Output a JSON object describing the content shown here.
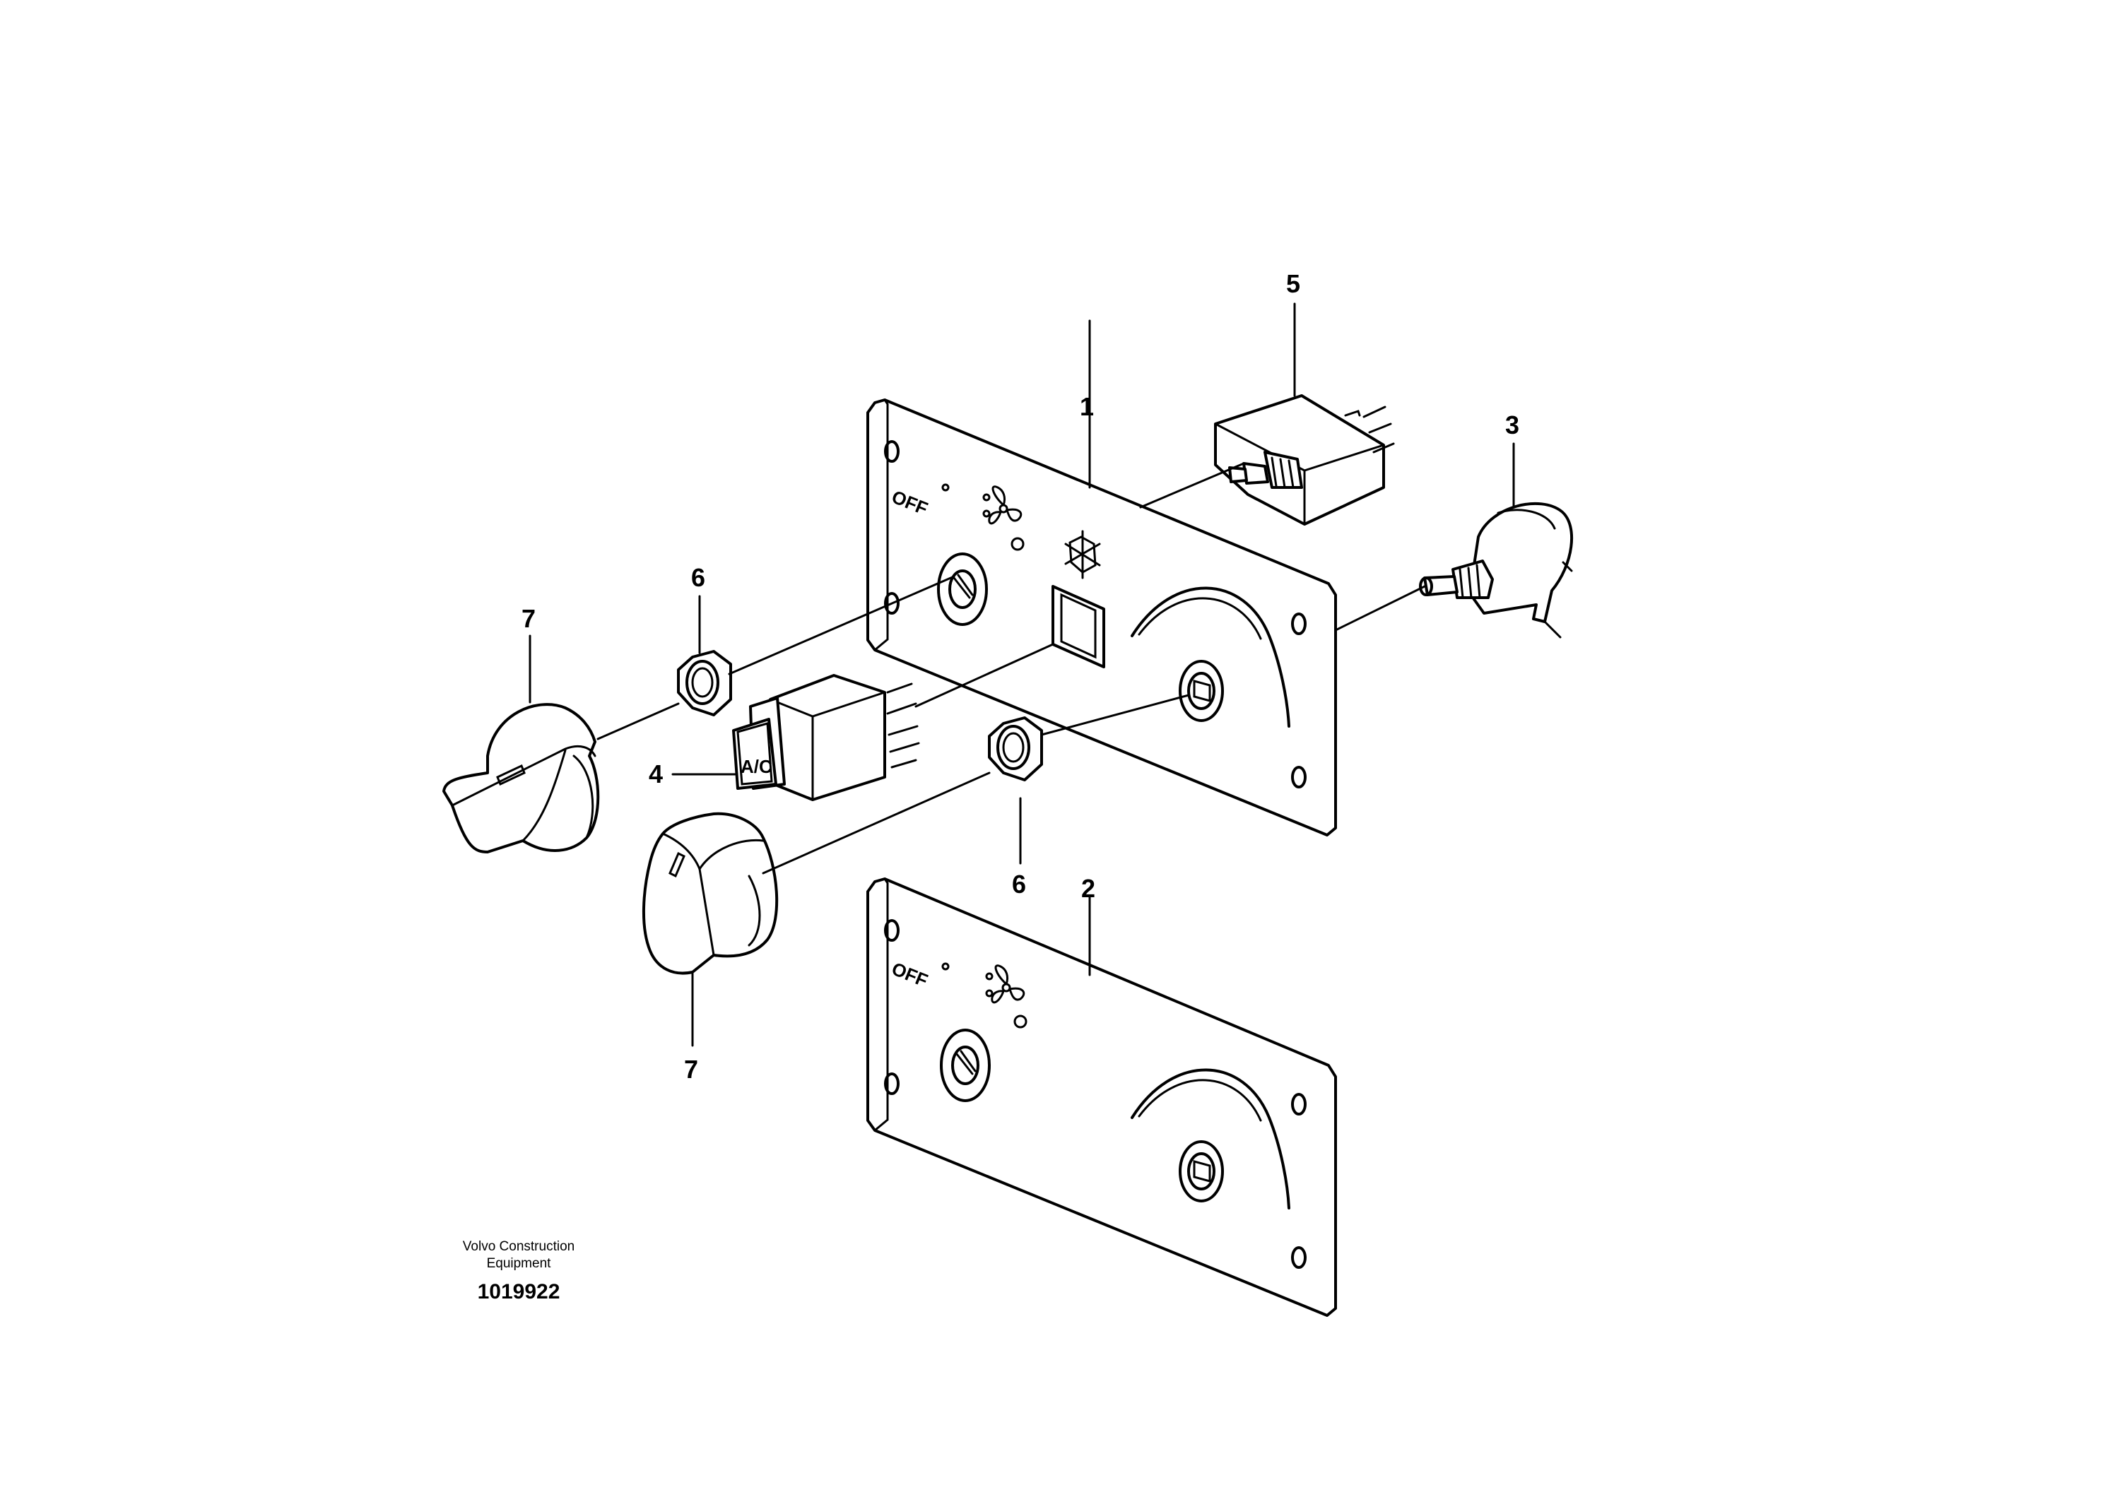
{
  "callouts": {
    "c1": "1",
    "c2": "2",
    "c3": "3",
    "c4": "4",
    "c5": "5",
    "c6a": "6",
    "c6b": "6",
    "c7a": "7",
    "c7b": "7"
  },
  "panel_upper": {
    "off_label": "OFF"
  },
  "panel_lower": {
    "off_label": "OFF"
  },
  "switch": {
    "label": "A/C"
  },
  "footer": {
    "line1": "Volvo Construction",
    "line2": "Equipment",
    "number": "1019922"
  }
}
